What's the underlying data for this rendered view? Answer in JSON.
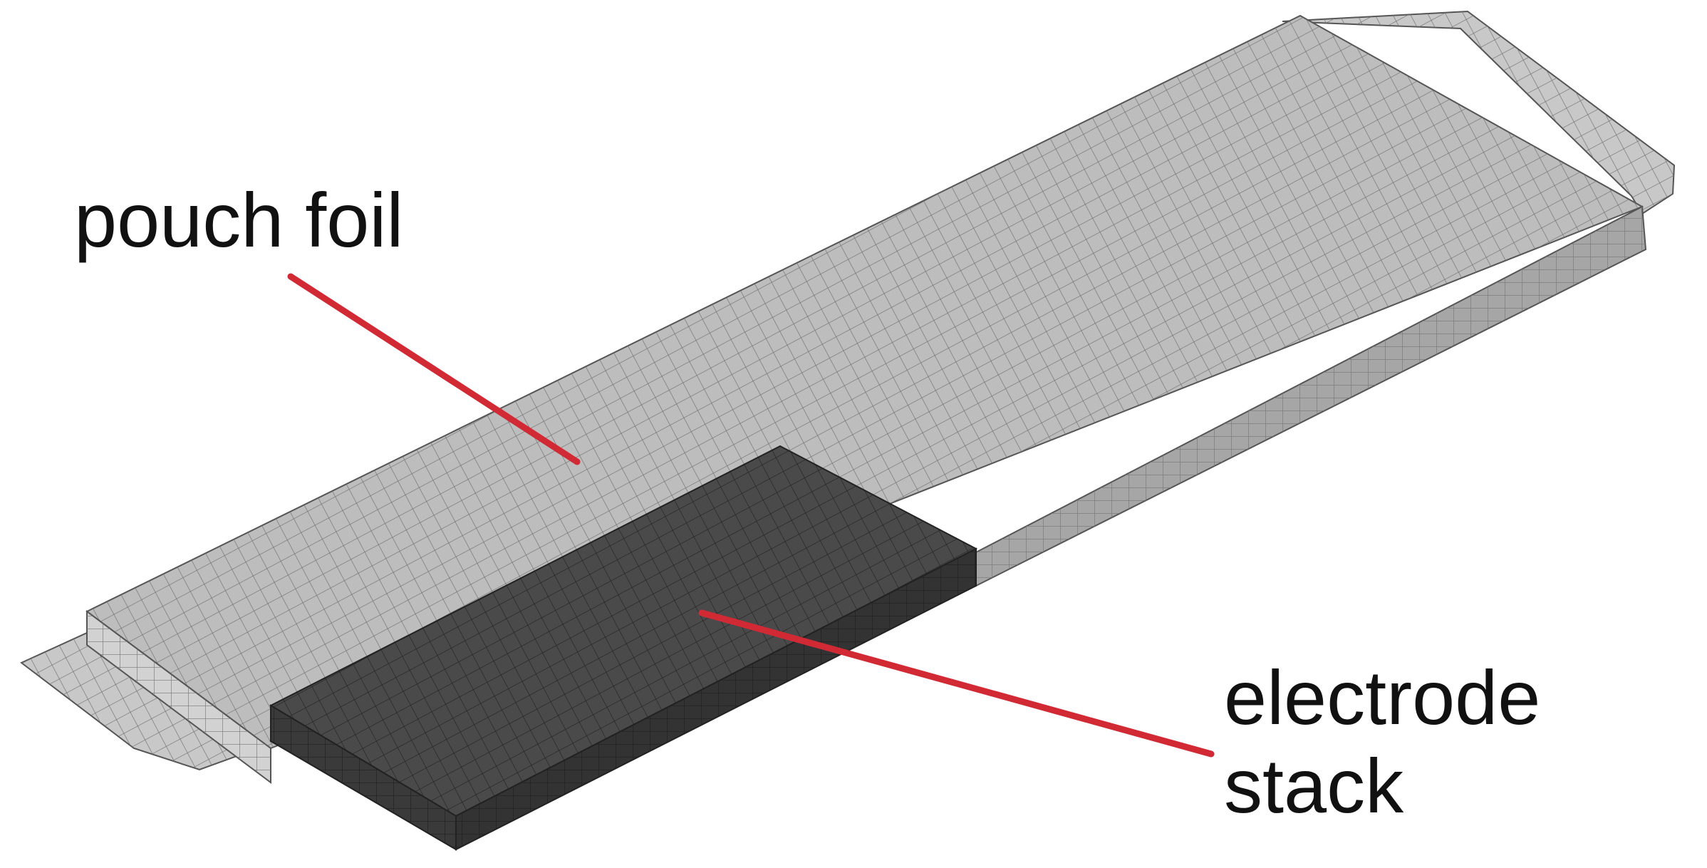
{
  "labels": {
    "pouch_foil": "pouch foil",
    "electrode_line1": "electrode",
    "electrode_line2": "stack"
  },
  "colors": {
    "background": "#ffffff",
    "pouch_top": "#bdbdbd",
    "pouch_front": "#cfcfcf",
    "pouch_side": "#9a9a9a",
    "stack_top": "#4a4a4a",
    "stack_front": "#3b3b3b",
    "tab": "#c8c8c8",
    "mesh": "#6f6f6f",
    "mesh_dark": "#2a2a2a",
    "leader": "#d22a35"
  }
}
